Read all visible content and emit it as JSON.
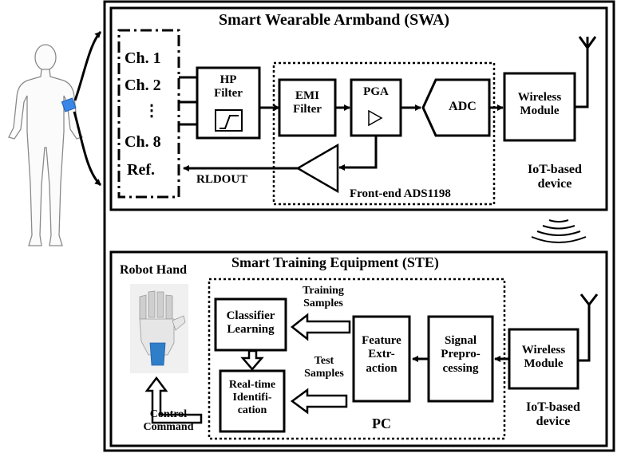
{
  "swa": {
    "title": "Smart Wearable Armband (SWA)",
    "channels": [
      "Ch. 1",
      "Ch. 2",
      "⋮",
      "Ch. 8",
      "Ref."
    ],
    "hp_filter": [
      "HP",
      "Filter"
    ],
    "emi_filter": [
      "EMI",
      "Filter"
    ],
    "pga": "PGA",
    "adc": "ADC",
    "wireless": [
      "Wireless",
      "Module"
    ],
    "rldout": "RLDOUT",
    "frontend": "Front-end ADS1198",
    "iot": [
      "IoT-based",
      "device"
    ]
  },
  "ste": {
    "title": "Smart Training Equipment (STE)",
    "robot_hand": "Robot Hand",
    "classifier": [
      "Classifier",
      "Learning"
    ],
    "realtime": [
      "Real-time",
      "Identifi-",
      "cation"
    ],
    "training": [
      "Training",
      "Samples"
    ],
    "test": [
      "Test",
      "Samples"
    ],
    "feature": [
      "Feature",
      "Extr-",
      "action"
    ],
    "signal": [
      "Signal",
      "Prepro-",
      "cessing"
    ],
    "wireless": [
      "Wireless",
      "Module"
    ],
    "iot": [
      "IoT-based",
      "device"
    ],
    "pc": "PC",
    "control": [
      "Control",
      "Command"
    ]
  }
}
